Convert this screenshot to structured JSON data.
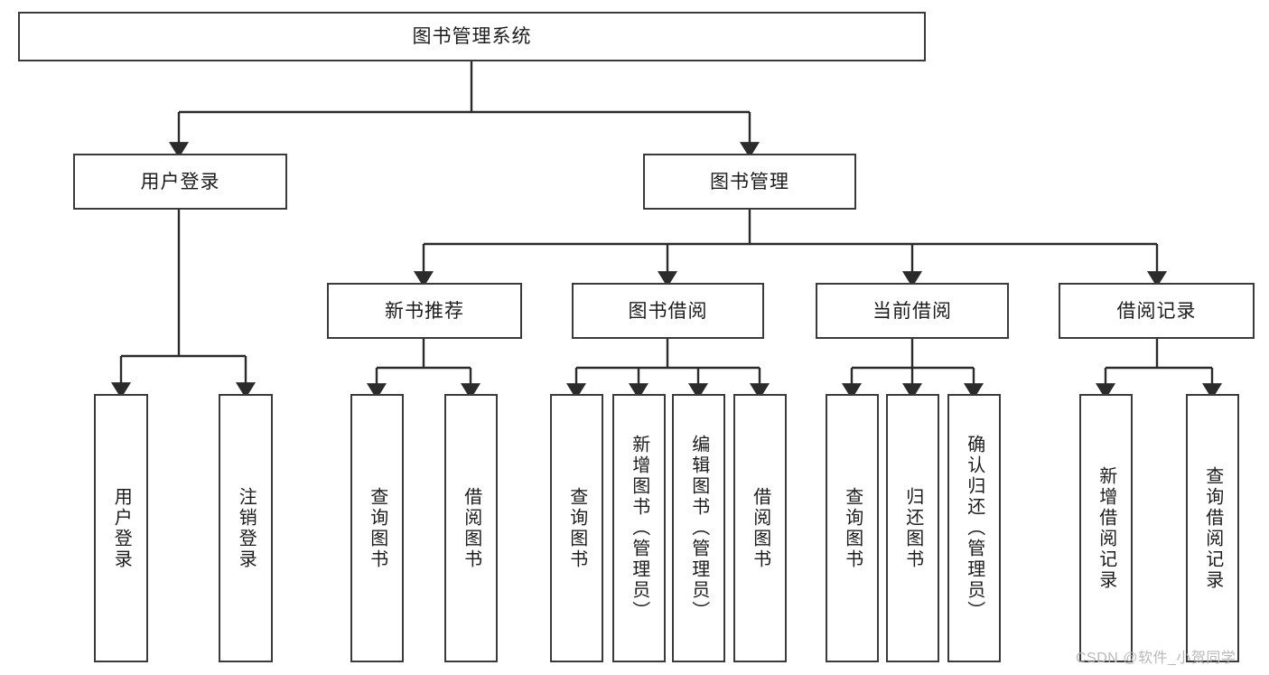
{
  "diagram": {
    "title": "图书管理系统",
    "type": "tree",
    "watermark": "CSDN @软件_小贺同学",
    "colors": {
      "border": "#3a3a3a",
      "edge": "#2b2b2b",
      "background": "#ffffff",
      "text": "#1c1c1c",
      "watermark": "#b9b9b9"
    },
    "nodes": {
      "root": {
        "label": "图书管理系统"
      },
      "level2": [
        {
          "label": "用户登录"
        },
        {
          "label": "图书管理"
        }
      ],
      "level3": [
        {
          "label": "新书推荐"
        },
        {
          "label": "图书借阅"
        },
        {
          "label": "当前借阅"
        },
        {
          "label": "借阅记录"
        }
      ],
      "leaves": {
        "user_login": [
          {
            "label": "用户登录"
          },
          {
            "label": "注销登录"
          }
        ],
        "new_book": [
          {
            "label": "查询图书"
          },
          {
            "label": "借阅图书"
          }
        ],
        "borrow_book": [
          {
            "label": "查询图书"
          },
          {
            "label": "新增图书（管理员）"
          },
          {
            "label": "编辑图书（管理员）"
          },
          {
            "label": "借阅图书"
          }
        ],
        "current_borrow": [
          {
            "label": "查询图书"
          },
          {
            "label": "归还图书"
          },
          {
            "label": "确认归还（管理员）"
          }
        ],
        "borrow_record": [
          {
            "label": "新增借阅记录"
          },
          {
            "label": "查询借阅记录"
          }
        ]
      }
    }
  }
}
